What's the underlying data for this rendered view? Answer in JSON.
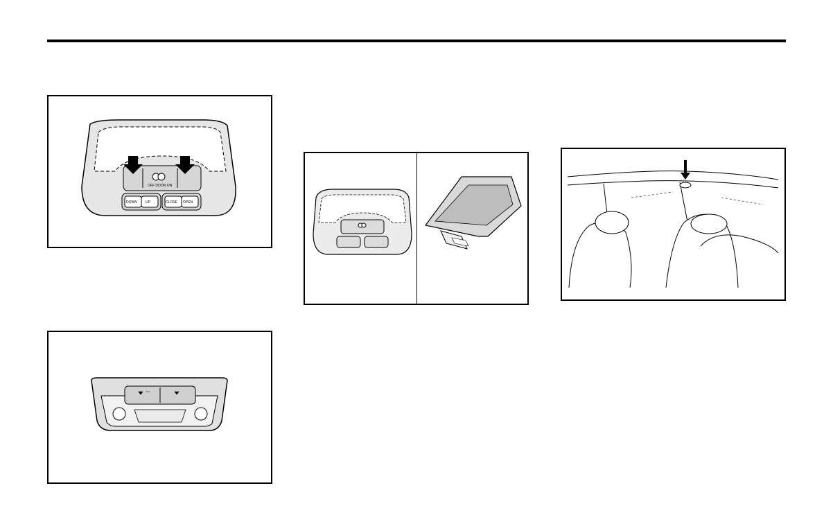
{
  "page": {
    "figures": [
      {
        "id": "fig-overhead-console-front",
        "labels": {
          "switch_row": "OFF  DOOR  ON",
          "btn1": "DOWN",
          "btn2": "UP",
          "btn3": "CLOSE",
          "btn4": "OPEN"
        }
      },
      {
        "id": "fig-map-lamp-console"
      },
      {
        "id": "fig-console-two-views"
      },
      {
        "id": "fig-interior-roof-view"
      }
    ]
  }
}
